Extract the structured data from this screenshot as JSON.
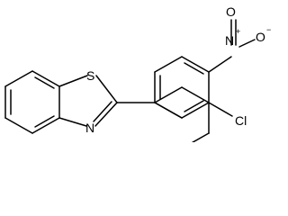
{
  "molecule": {
    "atoms": {
      "sulfur": "S",
      "nitrogen_thiazole": "N",
      "nitrogen_nitro": "N",
      "oxygen_top": "O",
      "oxygen_right": "O",
      "chlorine": "Cl"
    },
    "charges": {
      "nitro_n": "+",
      "nitro_o": "−"
    }
  }
}
